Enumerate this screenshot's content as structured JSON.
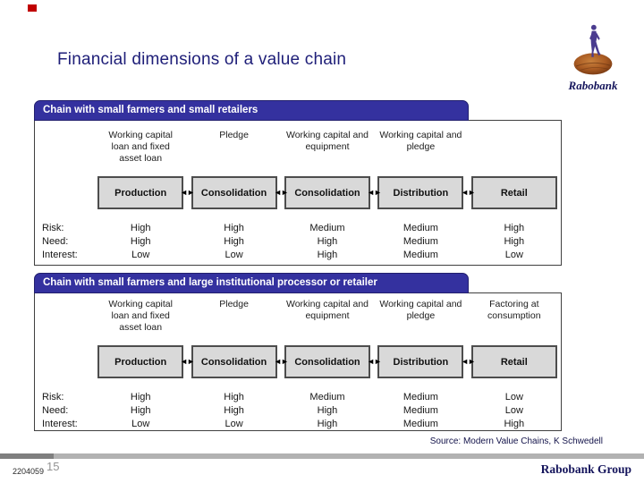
{
  "slide": {
    "title": "Financial dimensions of a value chain",
    "source_note": "Source: Modern Value Chains, K Schwedell"
  },
  "logo": {
    "wordmark": "Rabobank"
  },
  "footer": {
    "doc_number": "2204059",
    "page_number": "15",
    "brand": "Rabobank Group"
  },
  "icons": {
    "bidirectional_arrow": "◄►"
  },
  "colors": {
    "title_color": "#1e1e78",
    "banner_bg": "#34319f",
    "banner_border": "#23206e",
    "panel_border": "#404040",
    "stage_bg": "#d9d9d9",
    "stage_border": "#4d4d4d",
    "source_text": "#13134a",
    "bar_dark": "#7f7f7f",
    "bar_light": "#b2b2b2",
    "page_num": "#949494",
    "brand_navy": "#15155c",
    "accent_red": "#c00000",
    "logo_purple": "#4a3b8f"
  },
  "sections": [
    {
      "header": "Chain with small farmers and small retailers",
      "finance_labels": [
        "Working capital loan and fixed asset loan",
        "Pledge",
        "Working capital and equipment",
        "Working capital and pledge",
        ""
      ],
      "stages": [
        "Production",
        "Consolidation",
        "Consolidation",
        "Distribution",
        "Retail"
      ],
      "attributes": [
        {
          "label": "Risk:",
          "values": [
            "High",
            "High",
            "Medium",
            "Medium",
            "High"
          ]
        },
        {
          "label": "Need:",
          "values": [
            "High",
            "High",
            "High",
            "Medium",
            "High"
          ]
        },
        {
          "label": "Interest:",
          "values": [
            "Low",
            "Low",
            "High",
            "Medium",
            "Low"
          ]
        }
      ]
    },
    {
      "header": "Chain with small farmers and large institutional processor or retailer",
      "finance_labels": [
        "Working capital loan and fixed asset loan",
        "Pledge",
        "Working capital and equipment",
        "Working capital and pledge",
        "Factoring at consumption"
      ],
      "stages": [
        "Production",
        "Consolidation",
        "Consolidation",
        "Distribution",
        "Retail"
      ],
      "attributes": [
        {
          "label": "Risk:",
          "values": [
            "High",
            "High",
            "Medium",
            "Medium",
            "Low"
          ]
        },
        {
          "label": "Need:",
          "values": [
            "High",
            "High",
            "High",
            "Medium",
            "Low"
          ]
        },
        {
          "label": "Interest:",
          "values": [
            "Low",
            "Low",
            "High",
            "Medium",
            "High"
          ]
        }
      ]
    }
  ]
}
